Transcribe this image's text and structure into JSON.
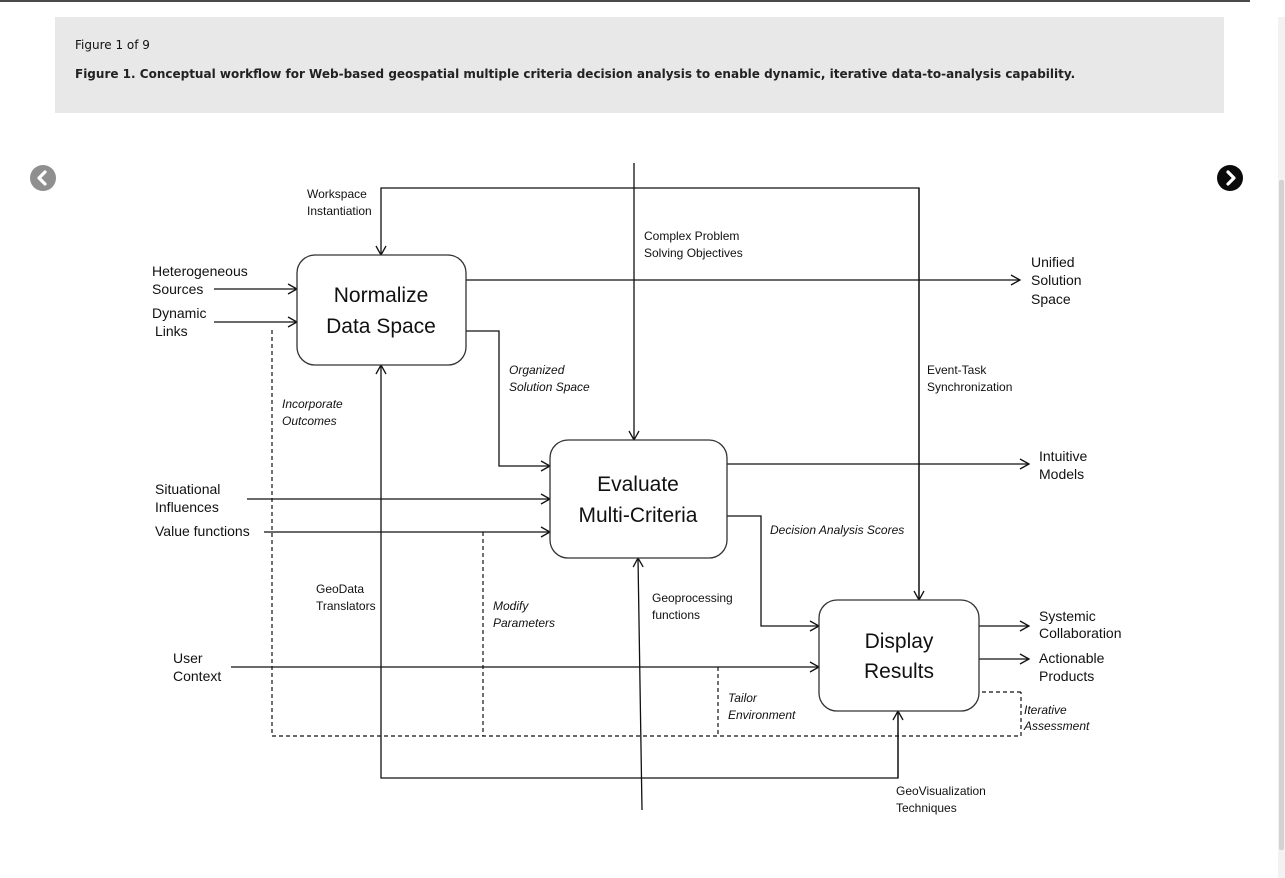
{
  "figure": {
    "counter": "Figure 1 of 9",
    "caption": "Figure 1. Conceptual workflow for Web-based geospatial multiple criteria decision analysis to enable dynamic, iterative data-to-analysis capability."
  },
  "navigation": {
    "prev_icon": "chevron-left-icon",
    "next_icon": "chevron-right-icon"
  },
  "diagram": {
    "boxes": {
      "normalize": [
        "Normalize",
        "Data Space"
      ],
      "evaluate": [
        "Evaluate",
        "Multi-Criteria"
      ],
      "display": [
        "Display",
        "Results"
      ]
    },
    "labels": {
      "workspace": [
        "Workspace",
        "Instantiation"
      ],
      "complex_problem": [
        "Complex Problem",
        "Solving Objectives"
      ],
      "heterogeneous": [
        "Heterogeneous",
        "Sources"
      ],
      "dynamic_links": [
        "Dynamic",
        "Links"
      ],
      "unified": [
        "Unified",
        "Solution",
        "Space"
      ],
      "organized": [
        "Organized",
        "Solution Space"
      ],
      "event_task": [
        "Event-Task",
        "Synchronization"
      ],
      "incorporate": [
        "Incorporate",
        "Outcomes"
      ],
      "intuitive": [
        "Intuitive",
        "Models"
      ],
      "situational": [
        "Situational",
        "Influences"
      ],
      "value_functions": "Value functions",
      "decision_scores": "Decision Analysis Scores",
      "geodata": [
        "GeoData",
        "Translators"
      ],
      "modify": [
        "Modify",
        "Parameters"
      ],
      "geoprocessing": [
        "Geoprocessing",
        "functions"
      ],
      "systemic": [
        "Systemic",
        "Collaboration"
      ],
      "user_context": [
        "User",
        "Context"
      ],
      "actionable": [
        "Actionable",
        "Products"
      ],
      "tailor": [
        "Tailor",
        "Environment"
      ],
      "iterative": [
        "Iterative",
        "Assessment"
      ],
      "geoviz": [
        "GeoVisualization",
        "Techniques"
      ]
    }
  }
}
